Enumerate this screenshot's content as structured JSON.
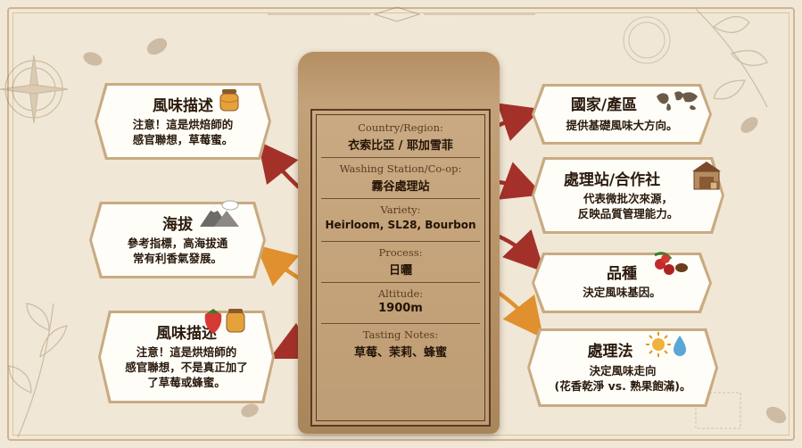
{
  "bag": {
    "fields": [
      {
        "label": "Country/Region:",
        "value": "衣索比亞 / 耶加雪菲"
      },
      {
        "label": "Washing Station/Co-op:",
        "value": "霧谷處理站"
      },
      {
        "label": "Variety:",
        "value": "Heirloom, SL28, Bourbon"
      },
      {
        "label": "Process:",
        "value": "日曬"
      },
      {
        "label": "Altitude:",
        "value": "1900m"
      },
      {
        "label": "Tasting Notes:",
        "value": "草莓、茉莉、蜂蜜"
      }
    ]
  },
  "left_cards": [
    {
      "title": "風味描述",
      "lines": [
        "注意！這是烘焙師的",
        "感官聯想，草莓蜜。"
      ]
    },
    {
      "title": "海拔",
      "lines": [
        "參考指標，高海拔通",
        "常有利香氣發展。"
      ]
    },
    {
      "title": "風味描述",
      "lines": [
        "注意！這是烘焙師的",
        "感官聯想，不是真正加了",
        "了草莓或蜂蜜。"
      ]
    }
  ],
  "right_cards": [
    {
      "title": "國家/產區",
      "lines": [
        "提供基礎風味大方向。"
      ]
    },
    {
      "title": "處理站/合作社",
      "lines": [
        "代表微批次來源，",
        "反映品質管理能力。"
      ]
    },
    {
      "title": "品種",
      "lines": [
        "決定風味基因。"
      ]
    },
    {
      "title": "處理法",
      "lines": [
        "決定風味走向",
        "(花香乾淨 vs. 熟果飽滿)。"
      ]
    }
  ],
  "colors": {
    "arrow_red": "#a3312a",
    "arrow_orange": "#e0902e",
    "card_border": "#c8ab82",
    "text": "#2a1a0c"
  },
  "icons": [
    "honey-jar-icon",
    "mountain-icon",
    "strawberry-honey-icon",
    "world-map-icon",
    "warehouse-icon",
    "coffee-cherry-icon",
    "sun-water-icon"
  ]
}
